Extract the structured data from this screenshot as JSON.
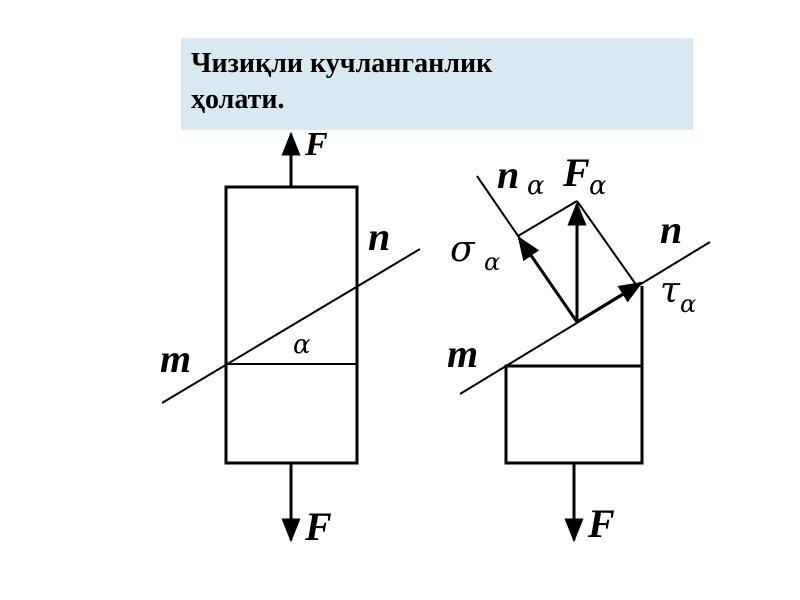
{
  "title": {
    "line1": "Чизиқли кучланганлик",
    "line2": "ҳолати."
  },
  "left_figure": {
    "force_top": "F",
    "force_bottom": "F",
    "plane_n": "n",
    "plane_m": "m",
    "angle": "α"
  },
  "right_figure": {
    "normal_n": "n",
    "normal_sub": "α",
    "force_F": "F",
    "force_sub": "α",
    "sigma": "σ",
    "sigma_sub": "α",
    "tau": "τ",
    "tau_sub": "α",
    "plane_n": "n",
    "plane_m": "m",
    "force_bottom": "F"
  },
  "colors": {
    "title_background": "#d9e9f1",
    "ink": "#000000"
  }
}
